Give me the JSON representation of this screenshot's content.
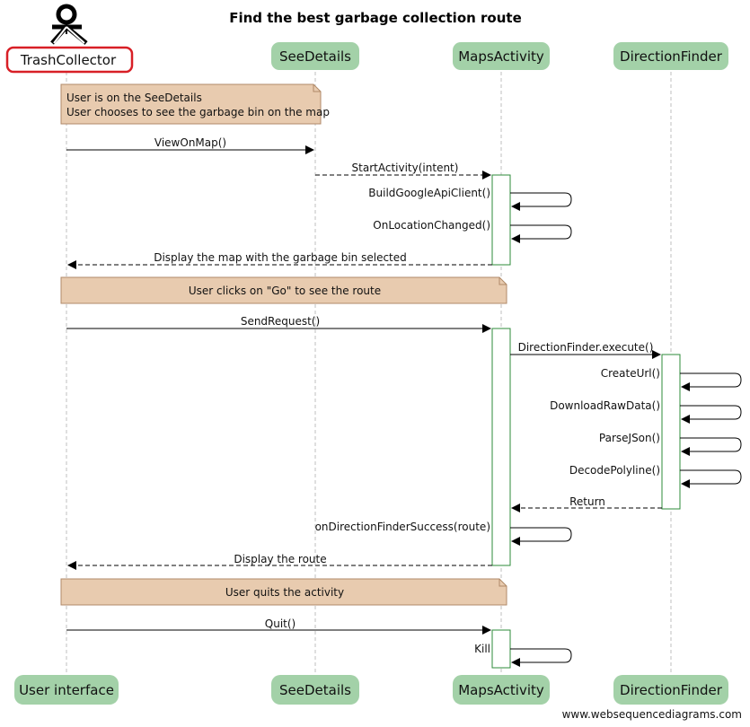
{
  "title": "Find the best garbage collection route",
  "participants": {
    "trash_collector": "TrashCollector",
    "see_details_top": "SeeDetails",
    "maps_activity_top": "MapsActivity",
    "direction_finder_top": "DirectionFinder",
    "user_interface": "User interface",
    "see_details_bottom": "SeeDetails",
    "maps_activity_bottom": "MapsActivity",
    "direction_finder_bottom": "DirectionFinder"
  },
  "notes": {
    "note1_line1": "User is on the SeeDetails",
    "note1_line2": "User chooses to see the garbage bin on the map",
    "note2": "User clicks on \"Go\" to see the route",
    "note3": "User quits the activity"
  },
  "messages": {
    "view_on_map": "ViewOnMap()",
    "start_activity": "StartActivity(intent)",
    "build_google_api_client": "BuildGoogleApiClient()",
    "on_location_changed": "OnLocationChanged()",
    "display_map": "Display the map with the garbage bin selected",
    "send_request": "SendRequest()",
    "direction_finder_execute": "DirectionFinder.execute()",
    "create_url": "CreateUrl()",
    "download_raw_data": "DownloadRawData()",
    "parse_json": "ParseJSon()",
    "decode_polyline": "DecodePolyline()",
    "return": "Return",
    "on_direction_finder_success": "onDirectionFinderSuccess(route)",
    "display_route": "Display the route",
    "quit": "Quit()",
    "kill": "Kill"
  },
  "footer": "www.websequencediagrams.com",
  "colors": {
    "participant_fill": "#a3d1a8",
    "note_fill": "#e8cbaf",
    "note_stroke": "#b08a68",
    "activation_stroke": "#2e8b3a",
    "highlight_stroke": "#d81f26",
    "lifeline": "#bfbfbf"
  }
}
